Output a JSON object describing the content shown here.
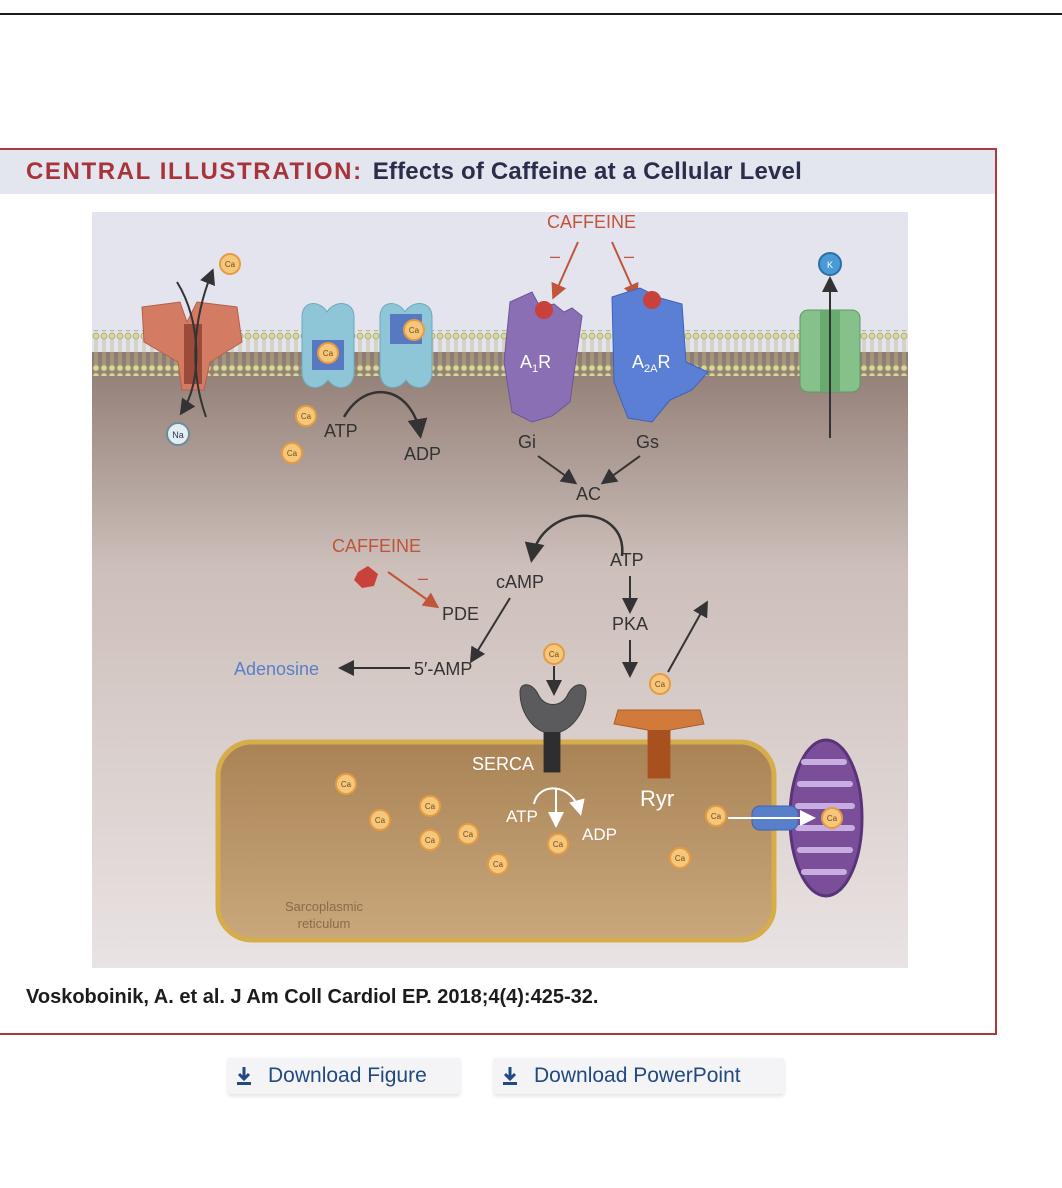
{
  "figure": {
    "title_prefix": "CENTRAL ILLUSTRATION:",
    "title": "Effects of Caffeine at a Cellular Level",
    "citation": "Voskoboinik, A. et al. J Am Coll Cardiol EP. 2018;4(4):425-32."
  },
  "diagram": {
    "caffeine_top": "CAFFEINE",
    "caffeine_mid": "CAFFEINE",
    "minus": "–",
    "ca": "Ca",
    "na": "Na",
    "k": "K",
    "atp": "ATP",
    "adp": "ADP",
    "a1r_main": "A",
    "a1r_sub": "1",
    "a1r_r": "R",
    "a2ar_main": "A",
    "a2ar_sub": "2A",
    "a2ar_r": "R",
    "gi": "Gi",
    "gs": "Gs",
    "ac": "AC",
    "camp": "cAMP",
    "pde": "PDE",
    "pka": "PKA",
    "amp": "5′-AMP",
    "adenosine": "Adenosine",
    "serca": "SERCA",
    "ryr": "Ryr",
    "sr_label_1": "Sarcoplasmic",
    "sr_label_2": "reticulum"
  },
  "buttons": {
    "download_figure": "Download Figure",
    "download_ppt": "Download PowerPoint"
  },
  "colors": {
    "title_red": "#a8333a",
    "title_blue": "#2a2e4a",
    "caffeine": "#c0553a",
    "adenosine": "#5a7fc9",
    "link": "#214a80"
  }
}
